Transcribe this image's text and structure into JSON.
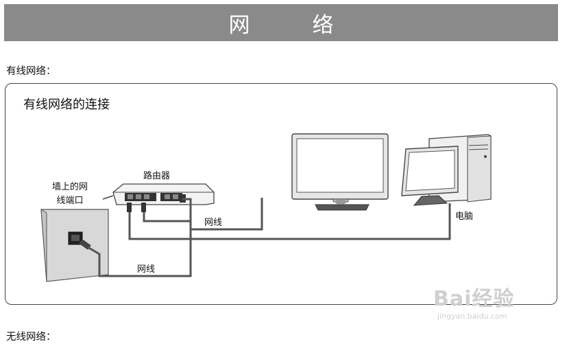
{
  "banner": {
    "title": "网　络"
  },
  "sections": {
    "wired_heading": "有线网络：",
    "wireless_heading": "无线网络："
  },
  "diagram": {
    "title": "有线网络的连接",
    "router_label": "路由器",
    "wall_port_label_line1": "墙上的网",
    "wall_port_label_line2": "线端口",
    "cable_label_upper": "网线",
    "cable_label_lower": "网线",
    "pc_label": "电脑"
  },
  "watermark": {
    "main": "Bai",
    "brand_suffix": "经验",
    "url": "jingyan.baidu.com"
  },
  "colors": {
    "banner_bg": "#8a8a8a",
    "cable": "#555555"
  }
}
